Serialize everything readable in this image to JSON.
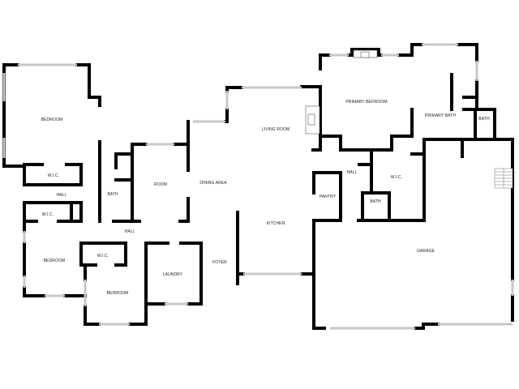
{
  "rooms": {
    "bedroom_nw": "BEDROOM",
    "wic_nw": "W.I.C.",
    "hall_w": "HALL",
    "wic_sw": "W.I.C.",
    "bedroom_sw": "BEDROOM",
    "wic_s": "W.I.C.",
    "bedroom_s": "BEDROOM",
    "bath_w": "BATH",
    "room": "ROOM",
    "hall_s": "HALL",
    "dining": "DINING AREA",
    "laundry": "LAUNDRY",
    "foyer": "FOYER",
    "living": "LIVING ROOM",
    "kitchen": "KITCHEN",
    "primary_bedroom": "PRIMARY BEDROOM",
    "primary_bath": "PRIMARY BATH",
    "bath_e": "BATH",
    "hall_e": "HALL",
    "pantry": "PANTRY",
    "wic_e": "W.I.C.",
    "bath_c": "BATH",
    "garage": "GARAGE"
  }
}
